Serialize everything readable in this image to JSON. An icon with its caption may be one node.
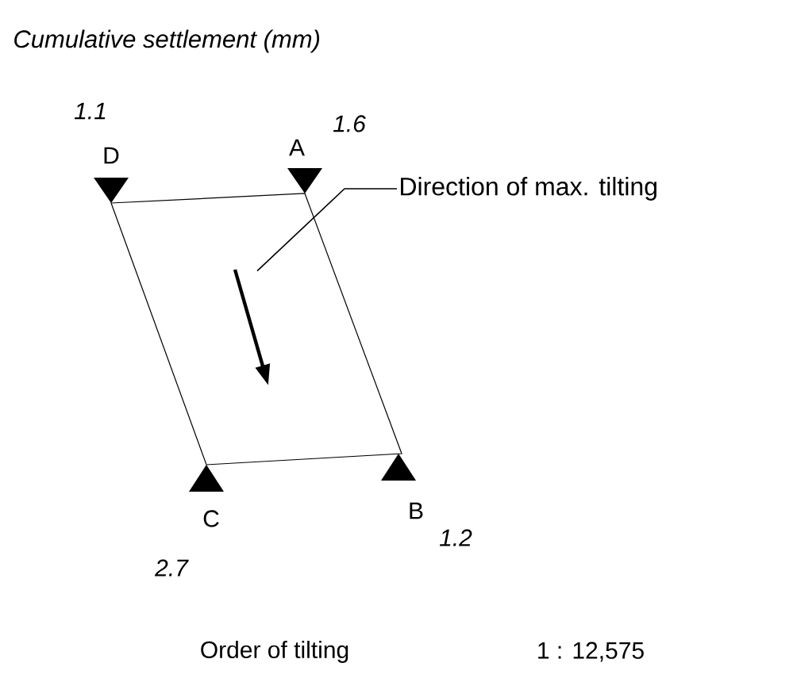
{
  "diagram": {
    "title": "Cumulative settlement (mm)",
    "nodes": [
      {
        "text": [
          "Direction of max. tilting"
        ]
      },
      {
        "text": [],
        "shape": "arrow"
      }
    ],
    "edges": [
      {
        "from": 0,
        "to": 1,
        "arrow": "none"
      }
    ],
    "labels": [
      "1.1",
      "1.6",
      "D",
      "A",
      "C",
      "B",
      "1.2",
      "2.7",
      "Order of tilting",
      "1 : 12,575"
    ]
  }
}
